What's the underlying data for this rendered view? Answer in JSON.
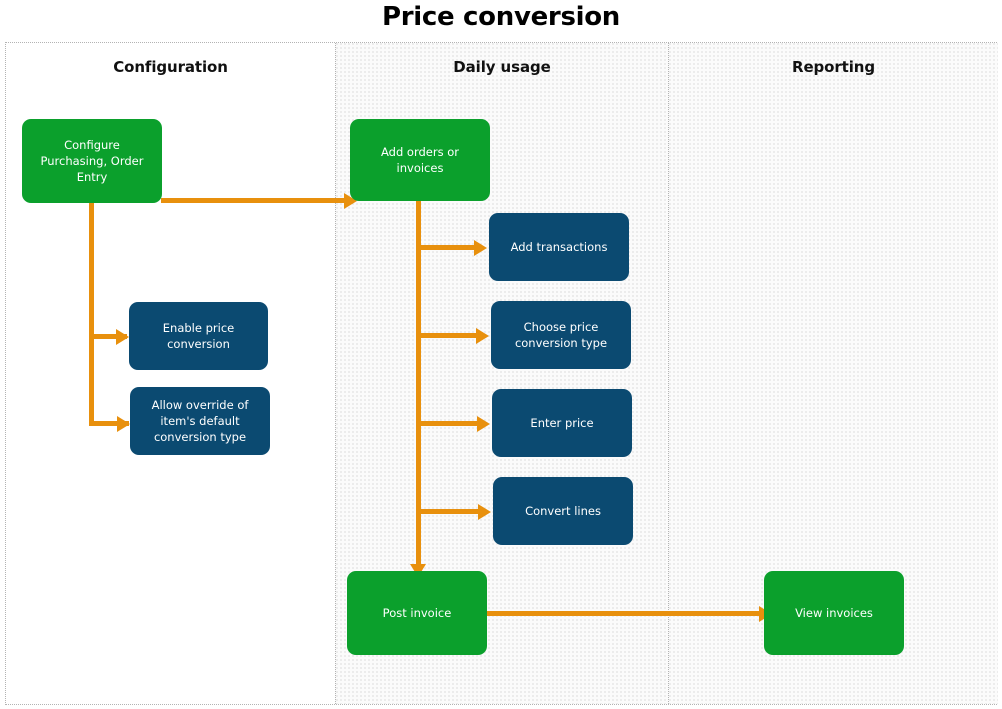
{
  "diagram": {
    "title": "Price conversion",
    "type": "swimlane-flowchart",
    "colors": {
      "green": "#0ba02c",
      "blue": "#0b4a71",
      "arrow": "#e8900d",
      "lane_border": "#b3b3b3",
      "lane_background_textured": "#fbfbfb",
      "lane_background_plain": "#ffffff",
      "title_text": "#000000",
      "node_text": "#ffffff"
    }
  },
  "lanes": [
    {
      "id": "configuration",
      "label": "Configuration",
      "textured": false
    },
    {
      "id": "daily-usage",
      "label": "Daily usage",
      "textured": true
    },
    {
      "id": "reporting",
      "label": "Reporting",
      "textured": true
    }
  ],
  "nodes": [
    {
      "id": "configure-purchasing-order-entry",
      "lane": "configuration",
      "label": "Configure\nPurchasing, Order\nEntry",
      "style": "green"
    },
    {
      "id": "enable-price-conversion",
      "lane": "configuration",
      "label": "Enable price\nconversion",
      "style": "blue"
    },
    {
      "id": "allow-override-conversion-type",
      "lane": "configuration",
      "label": "Allow override of\nitem's default\nconversion type",
      "style": "blue"
    },
    {
      "id": "add-orders-or-invoices",
      "lane": "daily-usage",
      "label": "Add orders or\ninvoices",
      "style": "green"
    },
    {
      "id": "add-transactions",
      "lane": "daily-usage",
      "label": "Add transactions",
      "style": "blue"
    },
    {
      "id": "choose-price-conversion-type",
      "lane": "daily-usage",
      "label": "Choose price\nconversion type",
      "style": "blue"
    },
    {
      "id": "enter-price",
      "lane": "daily-usage",
      "label": "Enter price",
      "style": "blue"
    },
    {
      "id": "convert-lines",
      "lane": "daily-usage",
      "label": "Convert lines",
      "style": "blue"
    },
    {
      "id": "post-invoice",
      "lane": "daily-usage",
      "label": "Post invoice",
      "style": "green"
    },
    {
      "id": "view-invoices",
      "lane": "reporting",
      "label": "View invoices",
      "style": "green"
    }
  ],
  "edges": [
    {
      "from": "configure-purchasing-order-entry",
      "to": "add-orders-or-invoices"
    },
    {
      "from": "configure-purchasing-order-entry",
      "to": "enable-price-conversion"
    },
    {
      "from": "configure-purchasing-order-entry",
      "to": "allow-override-conversion-type"
    },
    {
      "from": "add-orders-or-invoices",
      "to": "add-transactions"
    },
    {
      "from": "add-orders-or-invoices",
      "to": "choose-price-conversion-type"
    },
    {
      "from": "add-orders-or-invoices",
      "to": "enter-price"
    },
    {
      "from": "add-orders-or-invoices",
      "to": "convert-lines"
    },
    {
      "from": "add-orders-or-invoices",
      "to": "post-invoice"
    },
    {
      "from": "post-invoice",
      "to": "view-invoices"
    }
  ]
}
